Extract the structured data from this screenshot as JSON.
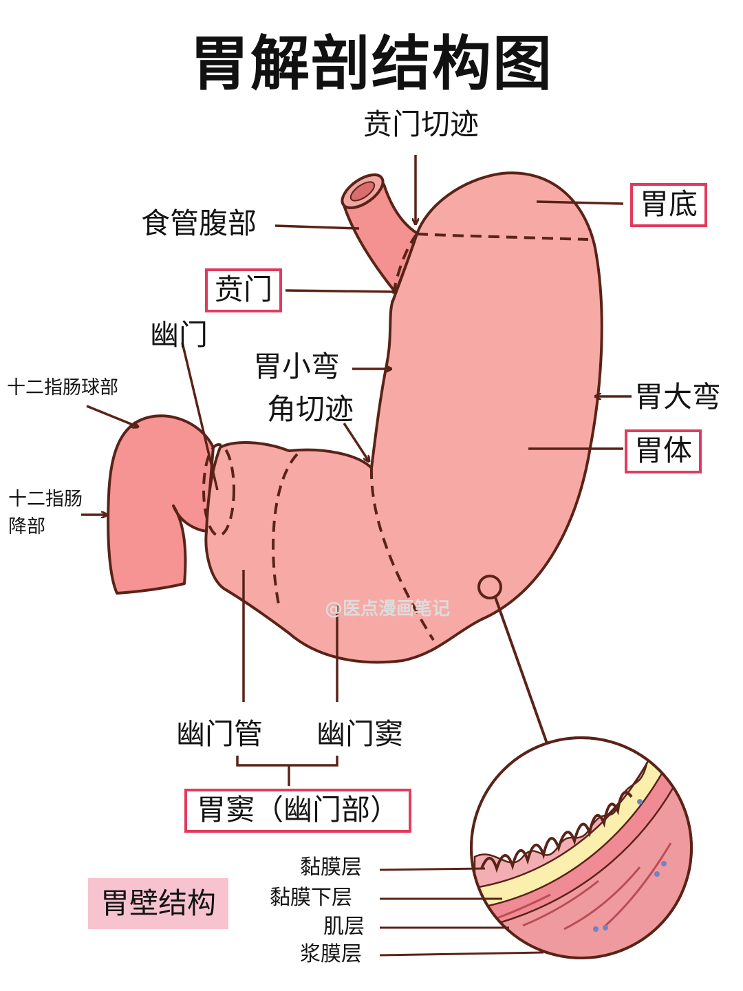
{
  "title": "胃解剖结构图",
  "labels": {
    "cardiac_notch": "贲门切迹",
    "fundus": "胃底",
    "abdominal_esophagus": "食管腹部",
    "cardia": "贲门",
    "pylorus": "幽门",
    "lesser_curvature": "胃小弯",
    "duodenal_bulb": "十二指肠球部",
    "angular_notch": "角切迹",
    "greater_curvature": "胃大弯",
    "body": "胃体",
    "descending_duodenum_line1": "十二指肠",
    "descending_duodenum_line2": "降部",
    "pyloric_canal": "幽门管",
    "pyloric_antrum": "幽门窦",
    "pyloric_part": "胃窦（幽门部）",
    "wall_structure": "胃壁结构",
    "mucosa": "黏膜层",
    "submucosa": "黏膜下层",
    "muscularis": "肌层",
    "serosa": "浆膜层"
  },
  "watermark": "@医点漫画笔记",
  "colors": {
    "stomach_fill": "#f7a9a6",
    "duodenum_fill": "#f59493",
    "outline": "#5a2318",
    "label_box_border": "#e23a5e",
    "wall_label_bg": "#f7c3cf",
    "submucosa": "#fbefad"
  }
}
